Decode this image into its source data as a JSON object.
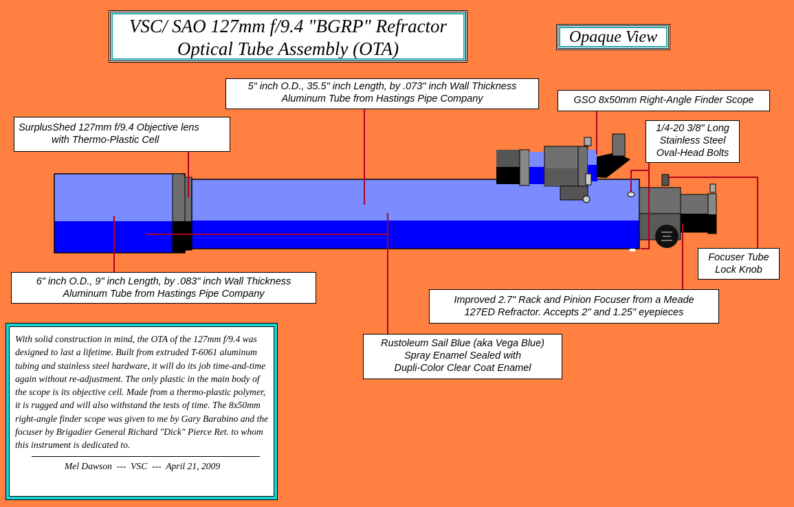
{
  "title": {
    "line1": "VSC/ SAO 127mm f/9.4 \"BGRP\" Refractor",
    "line2": "Optical Tube Assembly (OTA)"
  },
  "view_label": "Opaque View",
  "callouts": {
    "main_tube": {
      "lines": [
        "5\" inch O.D., 35.5\" inch Length, by .073\" inch Wall Thickness",
        "Aluminum Tube from Hastings Pipe Company"
      ]
    },
    "finder": {
      "lines": [
        "GSO 8x50mm Right-Angle Finder Scope"
      ]
    },
    "bolts": {
      "lines": [
        "1/4-20  3/8\" Long",
        "Stainless Steel",
        "Oval-Head Bolts"
      ]
    },
    "objective": {
      "lines": [
        "SurplusShed 127mm f/9.4 Objective lens",
        "with Thermo-Plastic Cell"
      ]
    },
    "dew_tube": {
      "lines": [
        "6\" inch O.D., 9\" inch Length, by .083\" inch Wall Thickness",
        "Aluminum Tube from Hastings Pipe Company"
      ]
    },
    "lock_knob": {
      "lines": [
        "Focuser Tube",
        "Lock Knob"
      ]
    },
    "focuser": {
      "lines": [
        "Improved 2.7\" Rack and Pinion Focuser from a Meade",
        "127ED Refractor. Accepts 2\" and 1.25\" eyepieces"
      ]
    },
    "paint": {
      "lines": [
        "Rustoleum Sail Blue (aka Vega Blue)",
        "Spray Enamel Sealed with",
        "Dupli-Color  Clear Coat Enamel"
      ]
    }
  },
  "story": {
    "text": "With solid construction in mind, the OTA of the 127mm f/9.4 was designed to last a lifetime. Built from extruded T-6061 aluminum tubing and stainless steel hardware, it will do its job time-and-time again without re-adjustment. The only plastic in the main body of the scope is its objective cell. Made from a thermo-plastic polymer, it is rugged and will also withstand the tests of time. The 8x50mm right-angle finder scope was given to me by Gary Barabino and the focuser by Brigadier General Richard \"Dick\" Pierce Ret. to whom this instrument is dedicated to.",
    "signature": "Mel Dawson  ---  VSC  ---  April 21, 2009"
  },
  "colors": {
    "background": "#ff8040",
    "tube_light": "#7b8cff",
    "tube_dark": "#0000ff",
    "leader": "#b00020",
    "metal": "#6e6e6e",
    "frame_accent": "#19d4d4"
  }
}
